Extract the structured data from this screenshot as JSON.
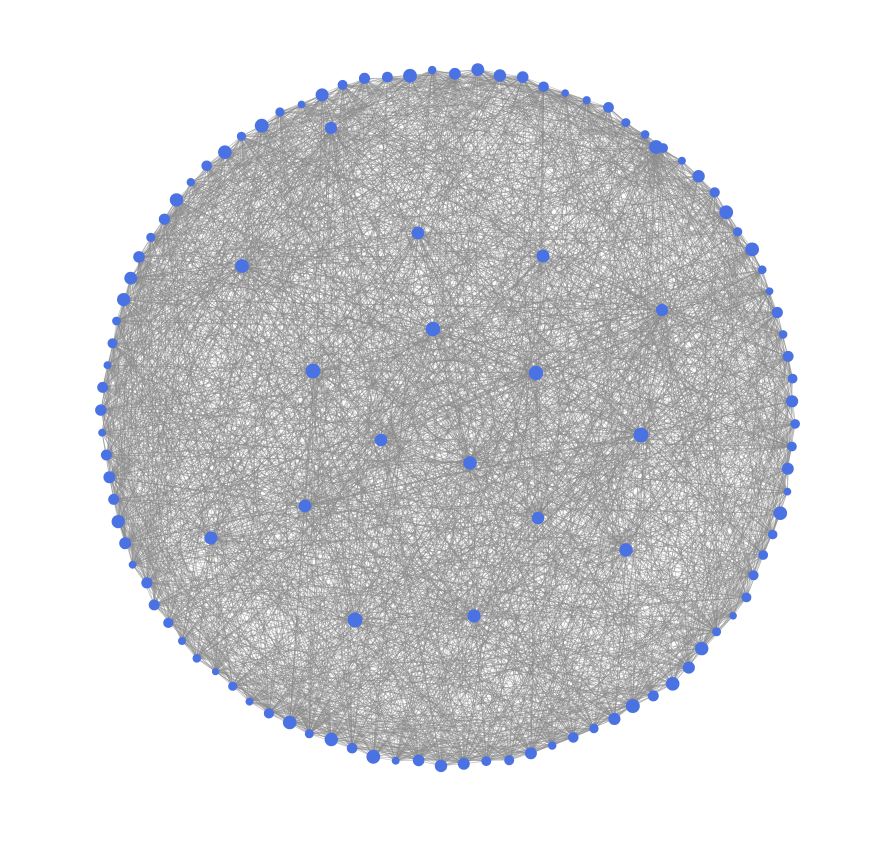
{
  "graph": {
    "layout": "circular-ring-with-interior-nodes",
    "ring_node_count": 96,
    "interior_node_count": 18,
    "node_color": "#4a72e2",
    "edge_color": "#888888",
    "background": "#ffffff",
    "edge_density": "dense"
  }
}
